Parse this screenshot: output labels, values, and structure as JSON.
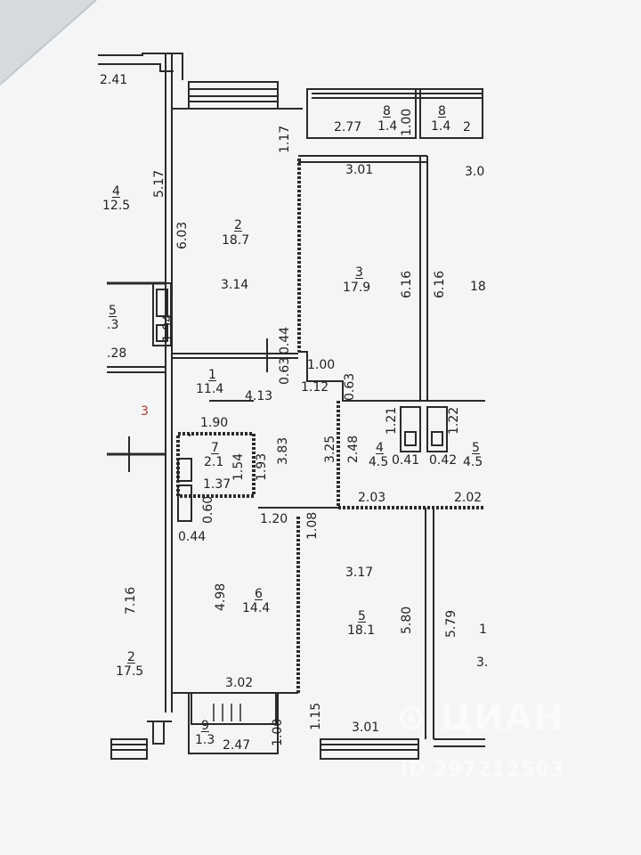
{
  "colors": {
    "paper": "#f4f5f6",
    "line": "#2a2a2a",
    "accent": "#b43a2c"
  },
  "rooms": [
    {
      "id": "room-left-4",
      "number": "4",
      "area": "12.5"
    },
    {
      "id": "room-2-top",
      "number": "2",
      "area": "18.7"
    },
    {
      "id": "room-3",
      "number": "3",
      "area": "17.9"
    },
    {
      "id": "room-8-a",
      "number": "8",
      "area": "1.4"
    },
    {
      "id": "room-8-b",
      "number": "8",
      "area": "1.4"
    },
    {
      "id": "room-left-5",
      "number": "5",
      "area": ".3"
    },
    {
      "id": "room-1",
      "number": "1",
      "area": "11.4"
    },
    {
      "id": "room-7",
      "number": "7",
      "area": "2.1"
    },
    {
      "id": "room-4-mid",
      "number": "4",
      "area": "4.5"
    },
    {
      "id": "room-5-right",
      "number": "5",
      "area": "4.5"
    },
    {
      "id": "room-6",
      "number": "6",
      "area": "14.4"
    },
    {
      "id": "room-5-bottom",
      "number": "5",
      "area": "18.1"
    },
    {
      "id": "room-left-2",
      "number": "2",
      "area": "17.5"
    },
    {
      "id": "room-9",
      "number": "9",
      "area": "1.3"
    },
    {
      "id": "room-right-partial",
      "number": "",
      "area": "18"
    }
  ],
  "dimensions": {
    "d_2_41": "2.41",
    "d_5_17": "5.17",
    "d_6_03": "6.03",
    "d_1_17": "1.17",
    "d_2_77": "2.77",
    "d_1_00_top": "1.00",
    "d_3_01_top": "3.01",
    "d_3_14": "3.14",
    "d_6_16_a": "6.16",
    "d_6_16_b": "6.16",
    "d_1_94": "1.94",
    "d_28": ".28",
    "d_0_44_top": "0.44",
    "d_0_63_a": "0.63",
    "d_1_00_mid": "1.00",
    "d_1_12": "1.12",
    "d_0_63_b": "0.63",
    "d_4_13": "4.13",
    "d_1_90": "1.90",
    "d_3_83": "3.83",
    "d_3_25": "3.25",
    "d_2_48": "2.48",
    "d_1_21": "1.21",
    "d_0_41": "0.41",
    "d_0_42": "0.42",
    "d_1_22": "1.22",
    "d_1_54": "1.54",
    "d_1_93": "1.93",
    "d_1_37": "1.37",
    "d_0_60": "0.60",
    "d_2_03": "2.03",
    "d_2_02": "2.02",
    "d_1_20": "1.20",
    "d_1_08": "1.08",
    "d_0_44_bot": "0.44",
    "d_3_17": "3.17",
    "d_4_98": "4.98",
    "d_7_16": "7.16",
    "d_5_80": "5.80",
    "d_5_79": "5.79",
    "d_3_02": "3.02",
    "d_1_15": "1.15",
    "d_3_01_bot": "3.01",
    "d_1_00_bot": "1.00",
    "d_2_47": "2.47",
    "d_3_edge": "3.",
    "d_3_0_edge": "3.0",
    "d_2_edge": "2"
  },
  "markers": {
    "entrance": "3",
    "edge_one": "1"
  },
  "watermark": {
    "logo": "⊙ ЦИАН",
    "id": "ID 297212503"
  }
}
